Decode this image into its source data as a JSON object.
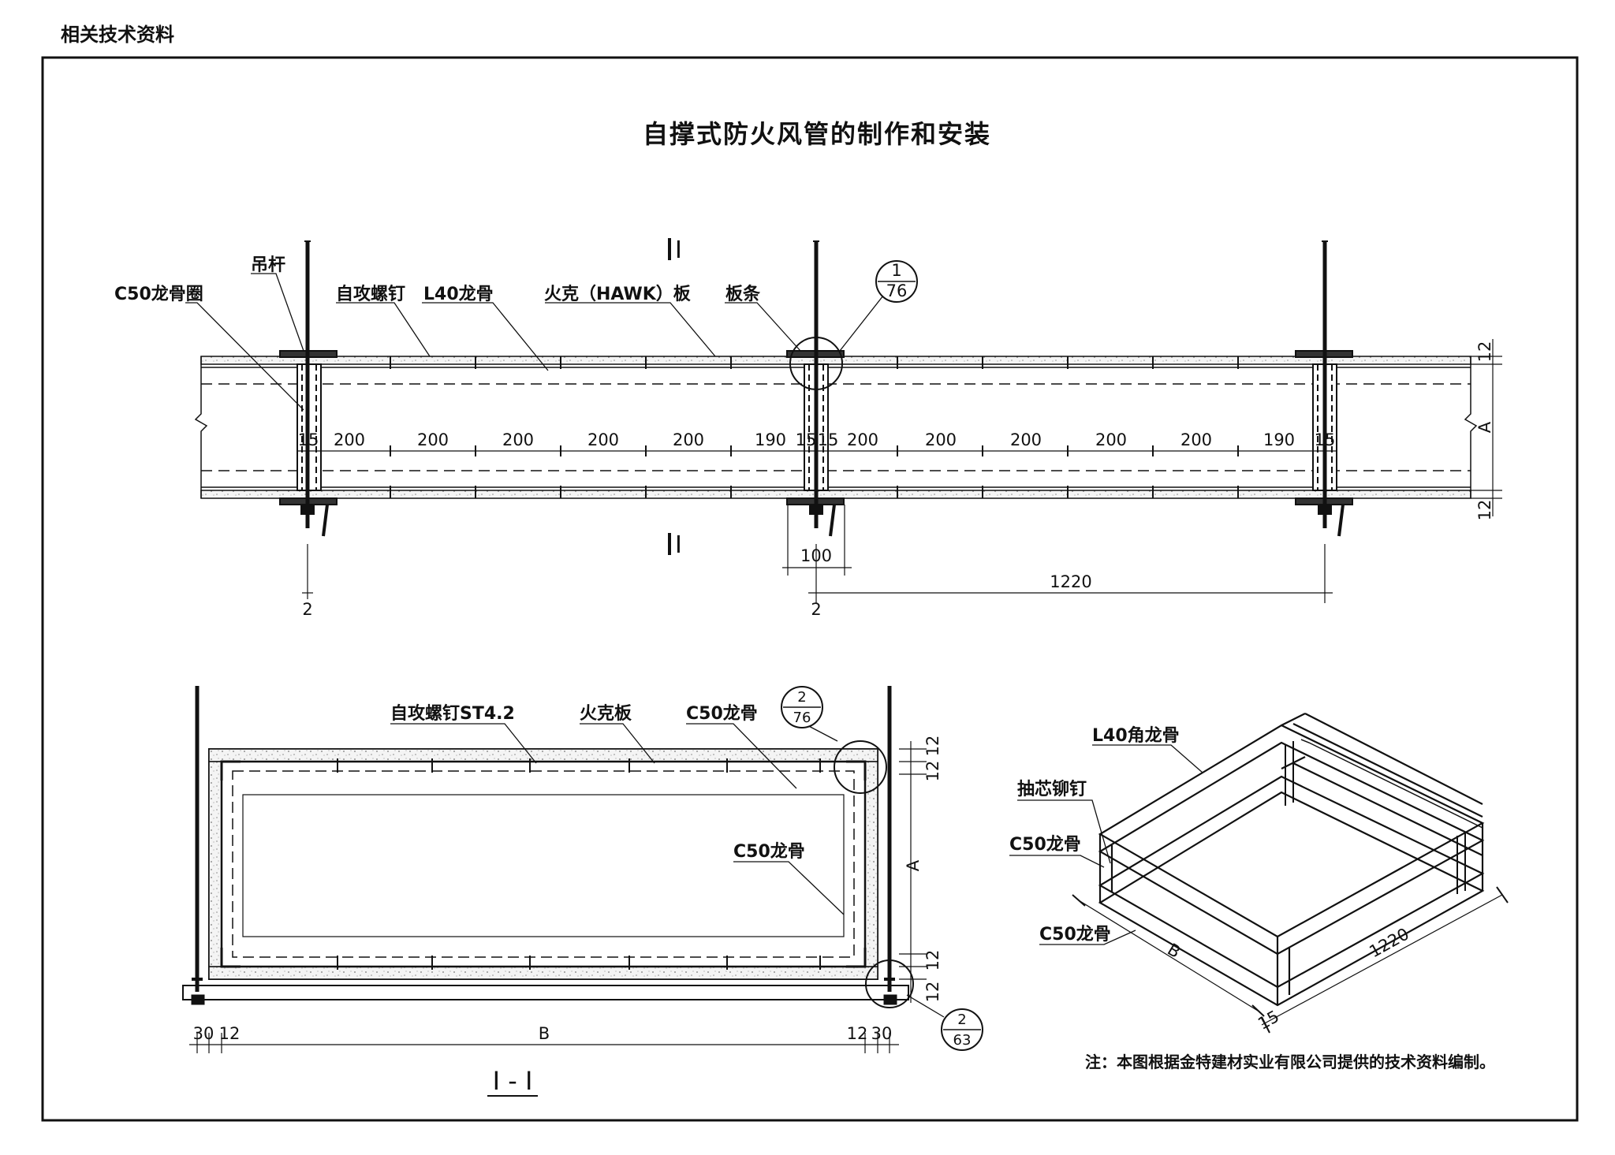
{
  "header": {
    "label": "相关技术资料"
  },
  "drawing": {
    "title": "自撑式防火风管的制作和安装",
    "elevation": {
      "labels": {
        "c50_ring": "C50龙骨圈",
        "hanger_rod": "吊杆",
        "self_tapping_screw": "自攻螺钉",
        "l40_keel": "L40龙骨",
        "hawk_board": "火克（HAWK）板",
        "batten": "板条"
      },
      "section_mark": "I",
      "detail_ref": {
        "top": "1",
        "bottom": "76"
      },
      "spacing_dims": [
        "15",
        "200",
        "200",
        "200",
        "200",
        "200",
        "190",
        "15",
        "15",
        "200",
        "200",
        "200",
        "200",
        "200",
        "190",
        "15"
      ],
      "dims": {
        "thick_top": "12",
        "thick_bottom": "12",
        "height": "A",
        "plate_width": "100",
        "hanger_span": "1220",
        "rod_left": "2",
        "rod_mid": "2"
      }
    },
    "section": {
      "labels": {
        "screw": "自攻螺钉ST4.2",
        "hawk_board": "火克板",
        "c50_top": "C50龙骨",
        "c50_inner": "C50龙骨"
      },
      "detail_ref_top": {
        "top": "2",
        "bottom": "76"
      },
      "detail_ref_bottom": {
        "top": "2",
        "bottom": "63"
      },
      "dims": {
        "right_stack": [
          "12",
          "12",
          "A",
          "12",
          "12"
        ],
        "bottom": [
          "30",
          "12",
          "B",
          "12",
          "30"
        ]
      },
      "caption": "I - I"
    },
    "isometric": {
      "labels": {
        "l40": "L40角龙骨",
        "rivet": "抽芯铆钉",
        "c50_a": "C50龙骨",
        "c50_b": "C50龙骨"
      },
      "dims": {
        "b": "B",
        "length": "1220",
        "offset": "15"
      }
    },
    "note": "注：本图根据金特建材实业有限公司提供的技术资料编制。"
  }
}
